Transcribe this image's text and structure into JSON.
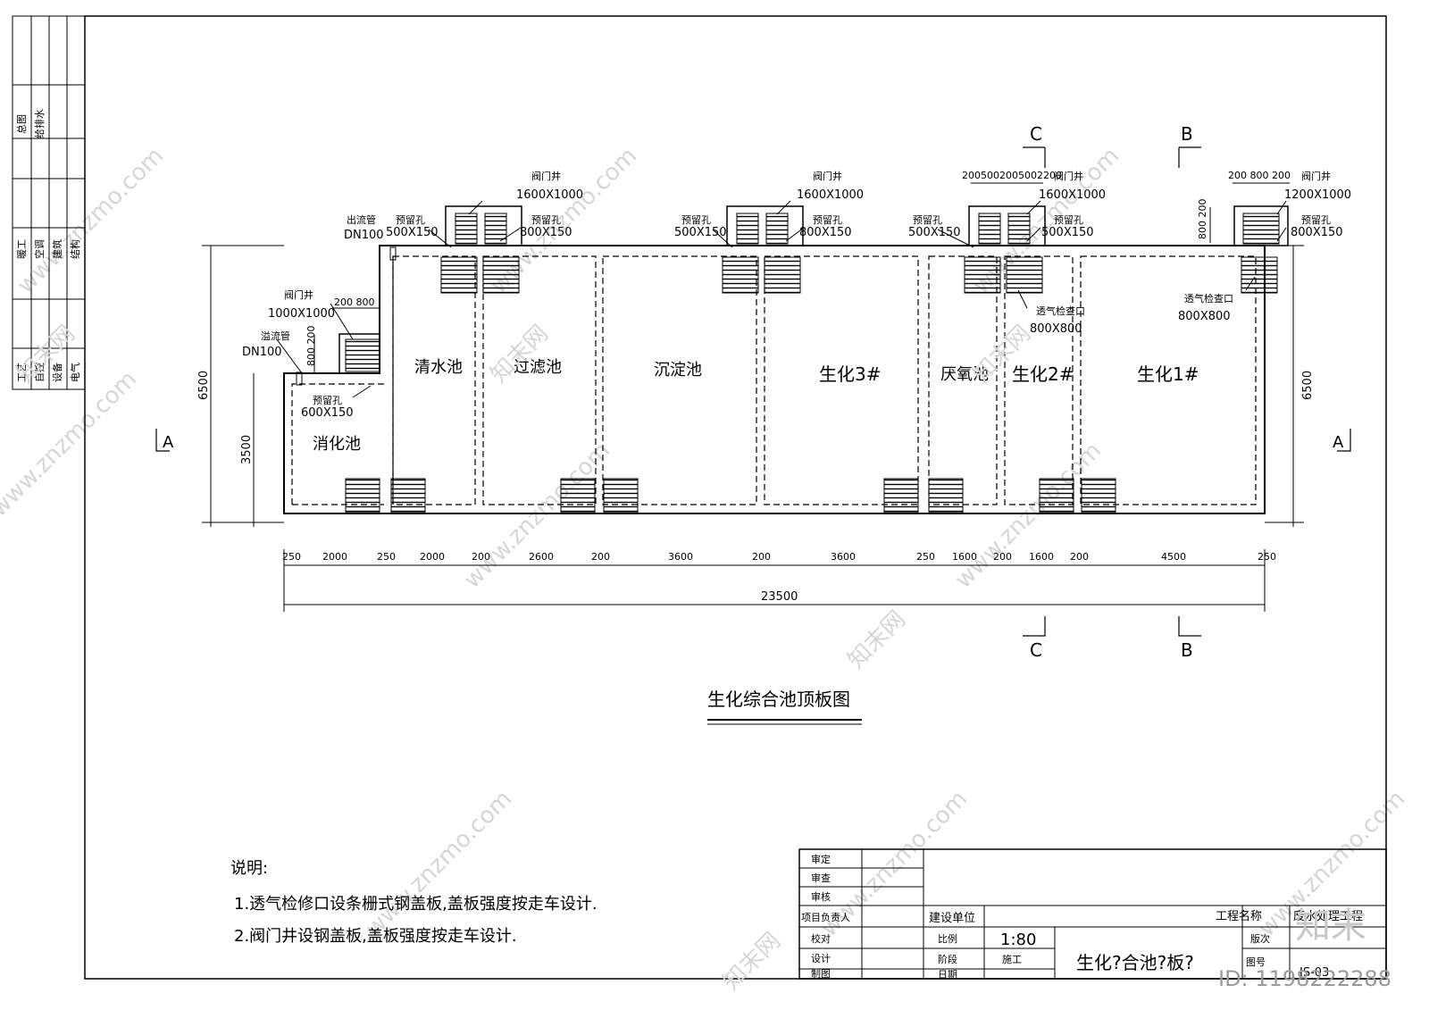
{
  "drawing_title": "生化综合池顶板图",
  "notes": {
    "heading": "说明:",
    "items": [
      "1.透气检修口设条栅式钢盖板,盖板强度按走车设计.",
      "2.阀门井设钢盖板,盖板强度按走车设计."
    ]
  },
  "side_table": {
    "col1": [
      "工艺",
      "自控",
      "设备",
      "电气",
      "暖工",
      "空调",
      "建筑",
      "结构",
      "总图",
      "给排水"
    ]
  },
  "rooms": [
    "消化池",
    "清水池",
    "过滤池",
    "沉淀池",
    "生化3#",
    "厌氧池",
    "生化2#",
    "生化1#"
  ],
  "annotations": {
    "valve_well_1": "阀门井",
    "valve_well_1_size": "1600X1000",
    "valve_well_2": "阀门井",
    "valve_well_2_size": "1600X1000",
    "valve_well_3": "阀门井",
    "valve_well_3_size": "1600X1000",
    "valve_well_4": "阀门井",
    "valve_well_4_size": "1200X1000",
    "valve_well_5": "阀门井",
    "valve_well_5_size": "1000X1000",
    "outlet_pipe": "出流管",
    "outlet_dn": "DN100",
    "overflow_pipe": "溢流管",
    "overflow_dn": "DN100",
    "reserved_hole": "预留孔",
    "size_500x150": "500X150",
    "size_800x150": "800X150",
    "size_600x150": "600X150",
    "vent_hatch": "透气检查口",
    "size_800x800": "800X800"
  },
  "section_marks": [
    "A",
    "A",
    "B",
    "B",
    "C",
    "C"
  ],
  "dimensions": {
    "bottom": [
      "250",
      "2000",
      "250",
      "2000",
      "200",
      "2600",
      "200",
      "3600",
      "200",
      "3600",
      "250",
      "1600",
      "200",
      "1600",
      "200",
      "4500",
      "250"
    ],
    "total": "23500",
    "left_height": "6500",
    "right_height": "6500",
    "left_inner": "3500",
    "top_c": "2005002005002200",
    "top_b": "200 800 200",
    "left_top": "200 800",
    "vert_a": "800 200",
    "vert_b": "800 200"
  },
  "title_block": {
    "roles": [
      "审定",
      "审查",
      "审核",
      "项目负责人",
      "校对",
      "设计",
      "制图"
    ],
    "construction_unit": "建设单位",
    "project_name_label": "工程名称",
    "project_name": "废水处理工程",
    "scale_label": "比例",
    "scale_value": "1:80",
    "stage_label": "阶段",
    "stage_value": "施工",
    "date_label": "日期",
    "drawing_name": "生化?合池?板?",
    "drawing_no_label": "图号",
    "drawing_no": "JS-03",
    "version_label": "版次"
  },
  "watermark": {
    "site": "www.znzmo.com",
    "brand": "知末网",
    "logo": "知末",
    "id": "ID: 1198222288"
  }
}
